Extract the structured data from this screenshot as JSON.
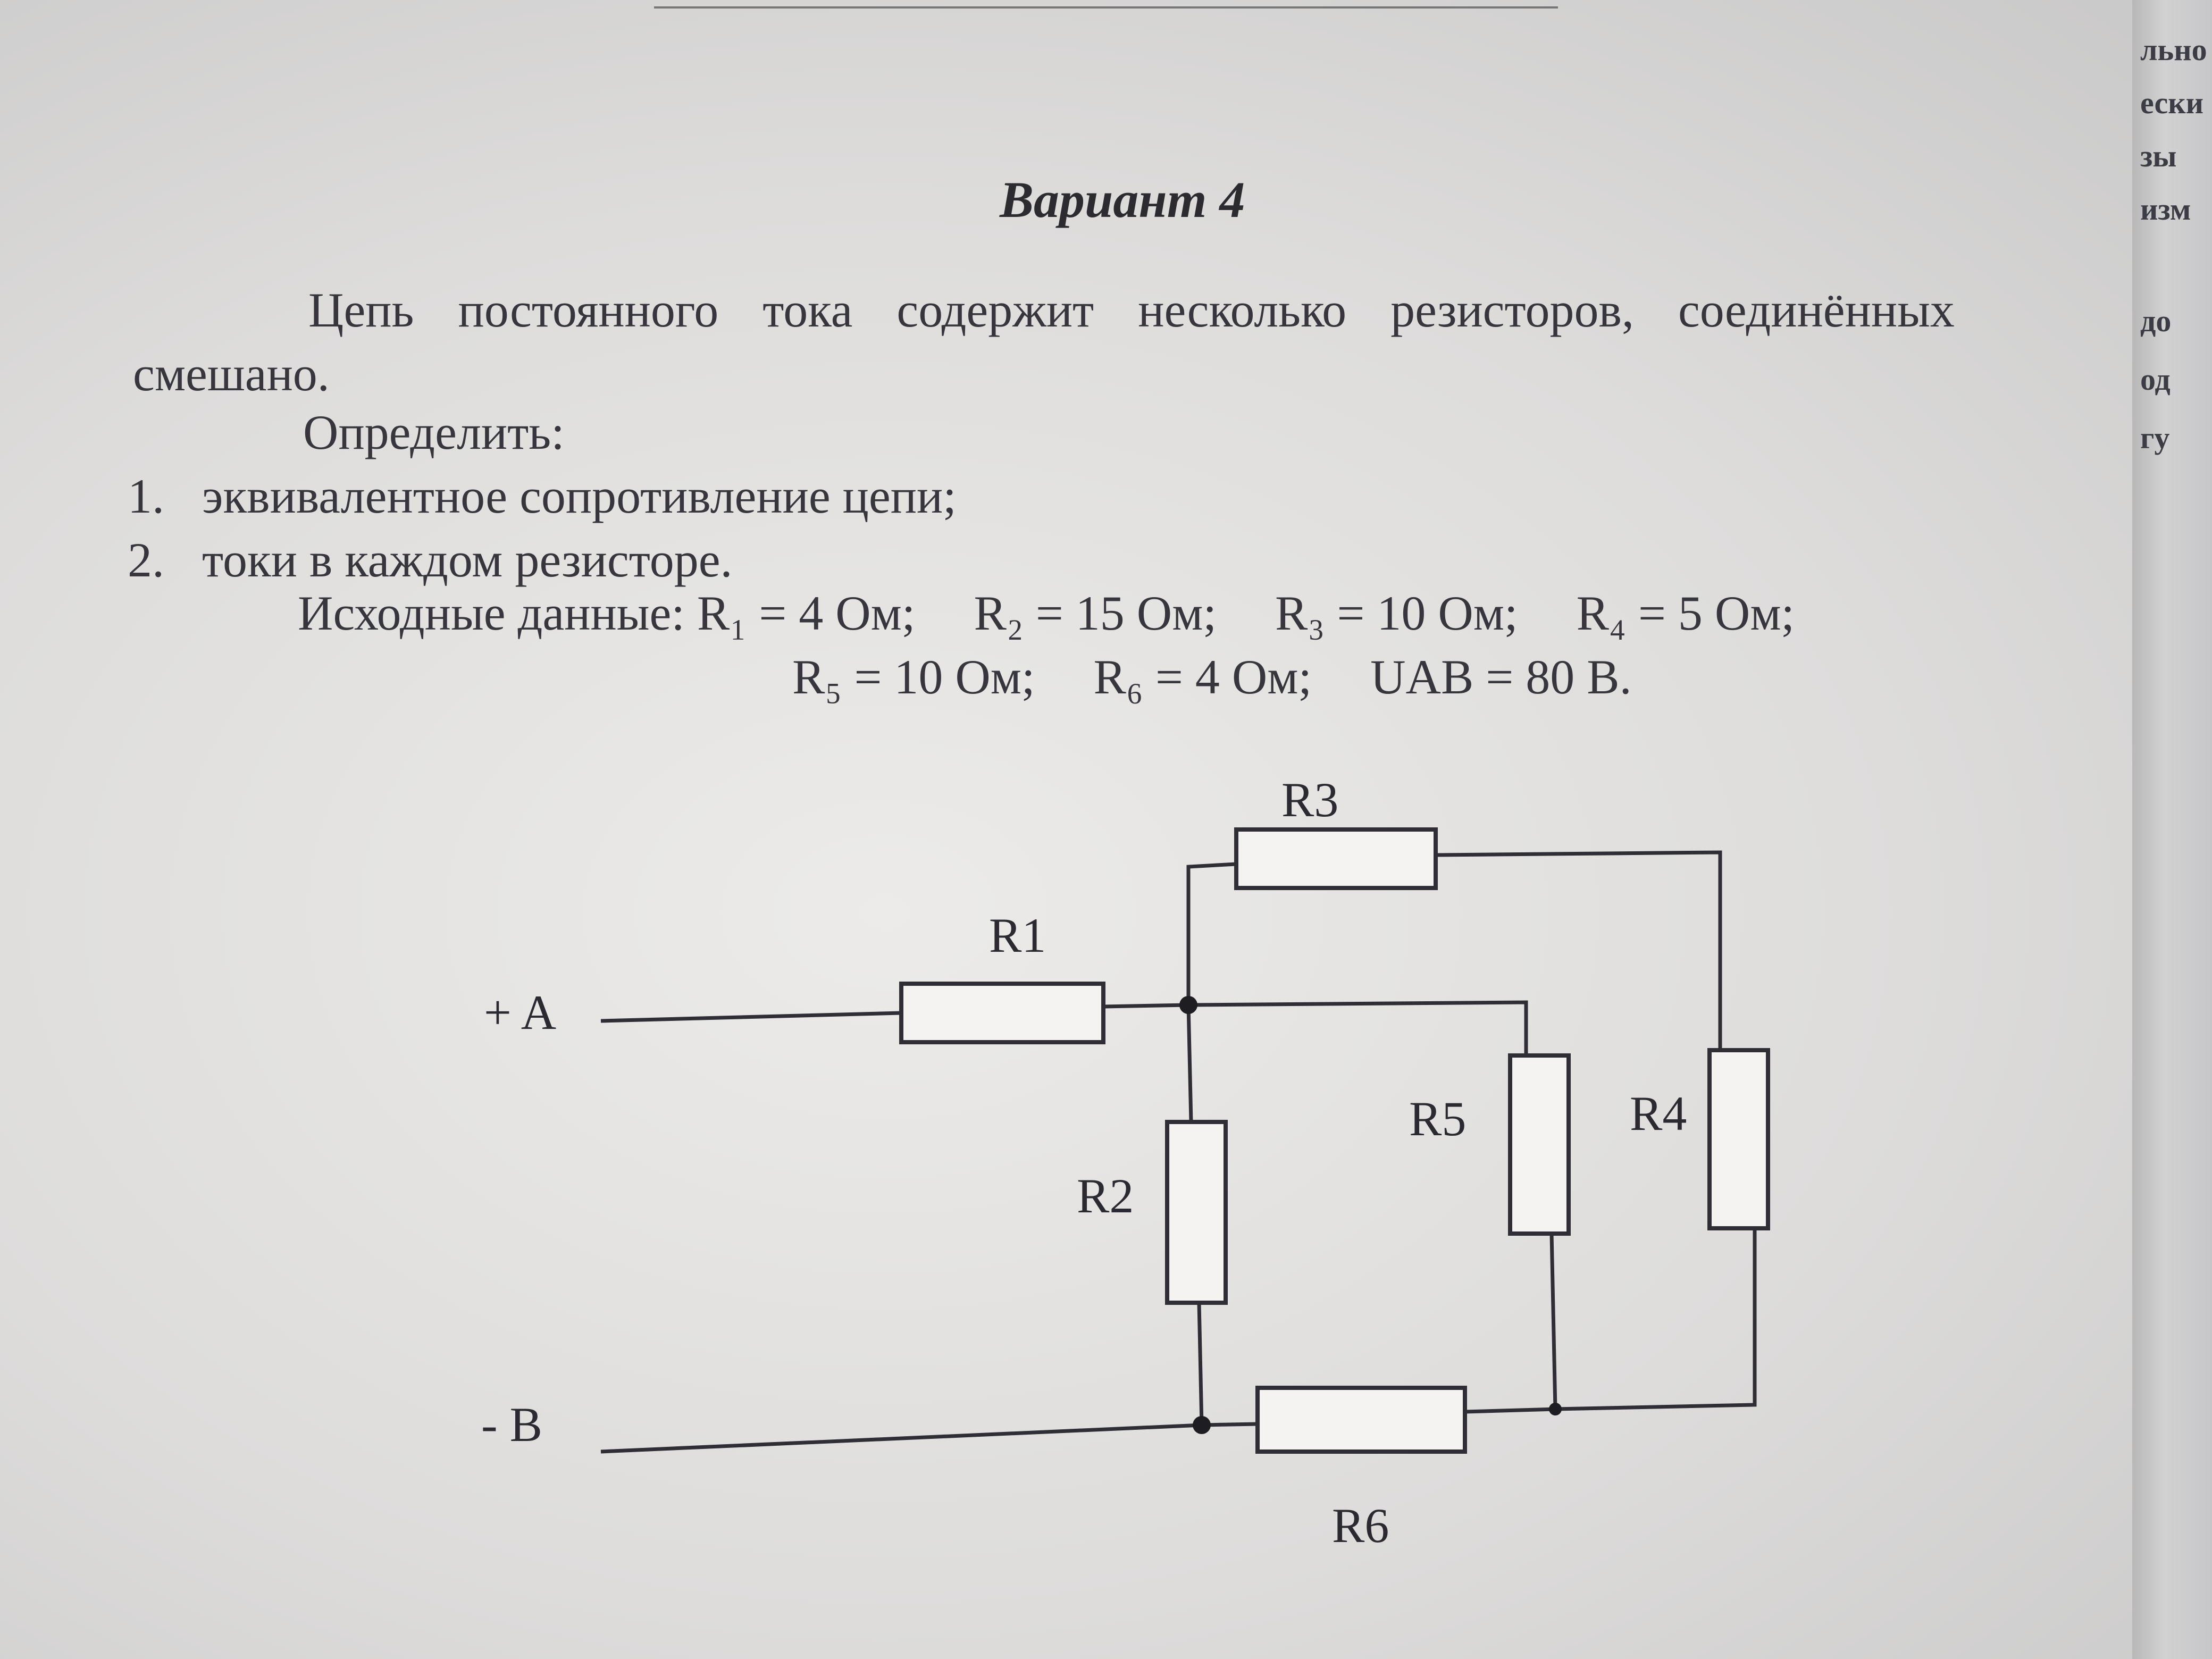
{
  "header": {
    "title": "Вариант 4"
  },
  "problem": {
    "intro_line1": "Цепь постоянного тока содержит несколько резисторов, соединённых",
    "intro_line2": "смешано.",
    "task_heading": "Определить:",
    "items": [
      {
        "num": "1.",
        "text": "эквивалентное сопротивление цепи;"
      },
      {
        "num": "2.",
        "text": "токи в каждом резисторе."
      }
    ],
    "given_line1": [
      "Исходные данные: R₁ = 4 Ом;",
      "R₂ = 15 Ом;",
      "R₃ = 10 Ом;",
      "R₄ = 5 Ом;"
    ],
    "given_line2": [
      "R₅ = 10 Ом;",
      "R₆ = 4 Ом;",
      "UAB = 80 В."
    ]
  },
  "circuit": {
    "terminal_a": "+ A",
    "terminal_b": "- B",
    "resistors": [
      "R1",
      "R2",
      "R3",
      "R4",
      "R5",
      "R6"
    ]
  },
  "page_edge_fragments": [
    "льно",
    "ески",
    "зы",
    "изм",
    "до",
    "од",
    "гу"
  ]
}
